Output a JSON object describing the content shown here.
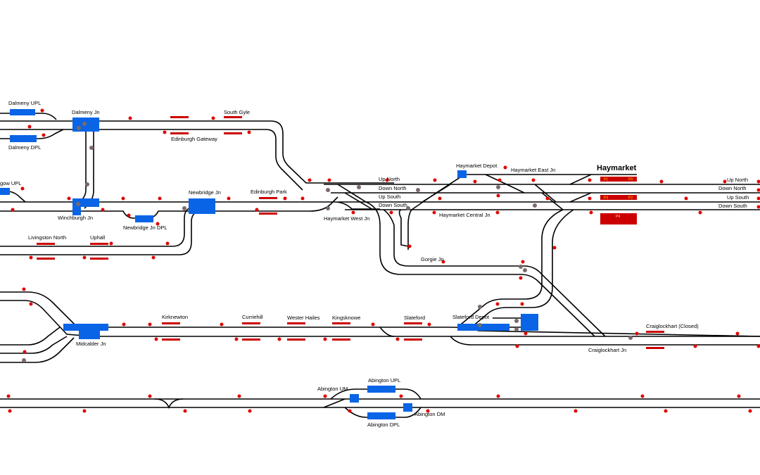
{
  "title": "Haymarket",
  "colors": {
    "track": "#000000",
    "signal": "#e00000",
    "berth": "#cc0000",
    "block": "#0a64e6",
    "point": "#7a6a6a",
    "platform": "#cc0000"
  },
  "lines": {
    "up_north": "Up North",
    "down_north": "Down North",
    "up_south": "Up South",
    "down_south": "Down South"
  },
  "locations": {
    "dalmeny_upl": "Dalmeny UPL",
    "dalmeny_dpl": "Dalmeny DPL",
    "dalmeny_jn": "Dalmeny Jn",
    "south_gyle": "South Gyle",
    "edinburgh_gateway": "Edinburgh Gateway",
    "gow_upl": "gow UPL",
    "winchburgh_jn": "Winchburgh Jn",
    "newbridge_jn": "Newbridge Jn",
    "newbridge_jn_dpl": "Newbridge Jn DPL",
    "edinburgh_park": "Edinburgh Park",
    "haymarket_west_jn": "Haymarket West Jn",
    "haymarket_depot": "Haymarket Depot",
    "haymarket_east_jn": "Haymarket East Jn",
    "haymarket_central_jn": "Haymarket Central Jn",
    "gorgie_jn": "Gorgie Jn",
    "livingston_north": "Livingston North",
    "uphall": "Uphall",
    "kirknewton": "Kirknewton",
    "curriehill": "Curriehill",
    "wester_hailes": "Wester Hailes",
    "kingsknowe": "Kingsknowe",
    "slateford": "Slateford",
    "slateford_depot": "Slateford Depot",
    "midcalder_jn": "Midcalder Jn",
    "craiglockhart_closed": "Craiglockhart (Closed)",
    "craiglockhart_jn": "Craiglockhart Jn",
    "abington_um": "Abington UM",
    "abington_upl": "Abington UPL",
    "abington_dm": "Abington DM",
    "abington_dpl": "Abington DPL"
  },
  "platforms": {
    "p1": "P1",
    "p0": "P0",
    "p3": "P3",
    "p2": "P2",
    "p4": "P4"
  }
}
